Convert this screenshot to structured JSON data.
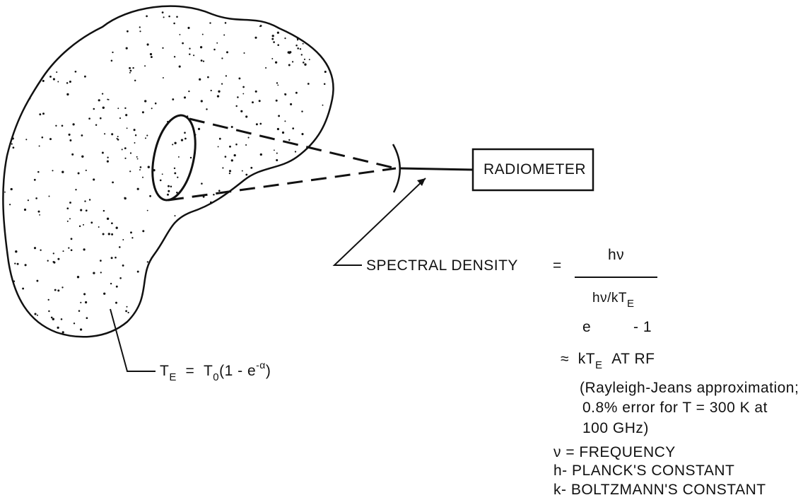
{
  "radiometer_label": "RADIOMETER",
  "spectral": {
    "label": "SPECTRAL DENSITY",
    "equals": "=",
    "numerator": "hν",
    "exp_base": "e",
    "exponent": "hν/kT",
    "exponent_sub": "E",
    "minus_one": "- 1",
    "approx_symbol": "≈",
    "approx_kt": "kT",
    "approx_sub": "E",
    "approx_rest": "AT RF",
    "note_lines": [
      "(Rayleigh-Jeans approximation;",
      "0.8% error for T = 300 K at",
      "100 GHz)"
    ]
  },
  "te_formula": {
    "t": "T",
    "t_sub": "E",
    "equals": "=",
    "t0": "T",
    "t0_sub": "0",
    "paren_open": "(1 - e",
    "exponent": "-α",
    "paren_close": ")"
  },
  "legend": [
    "ν = FREQUENCY",
    "h-  PLANCK'S CONSTANT",
    "k-  BOLTZMANN'S CONSTANT"
  ],
  "colors": {
    "ink": "#111111",
    "background": "#ffffff"
  }
}
